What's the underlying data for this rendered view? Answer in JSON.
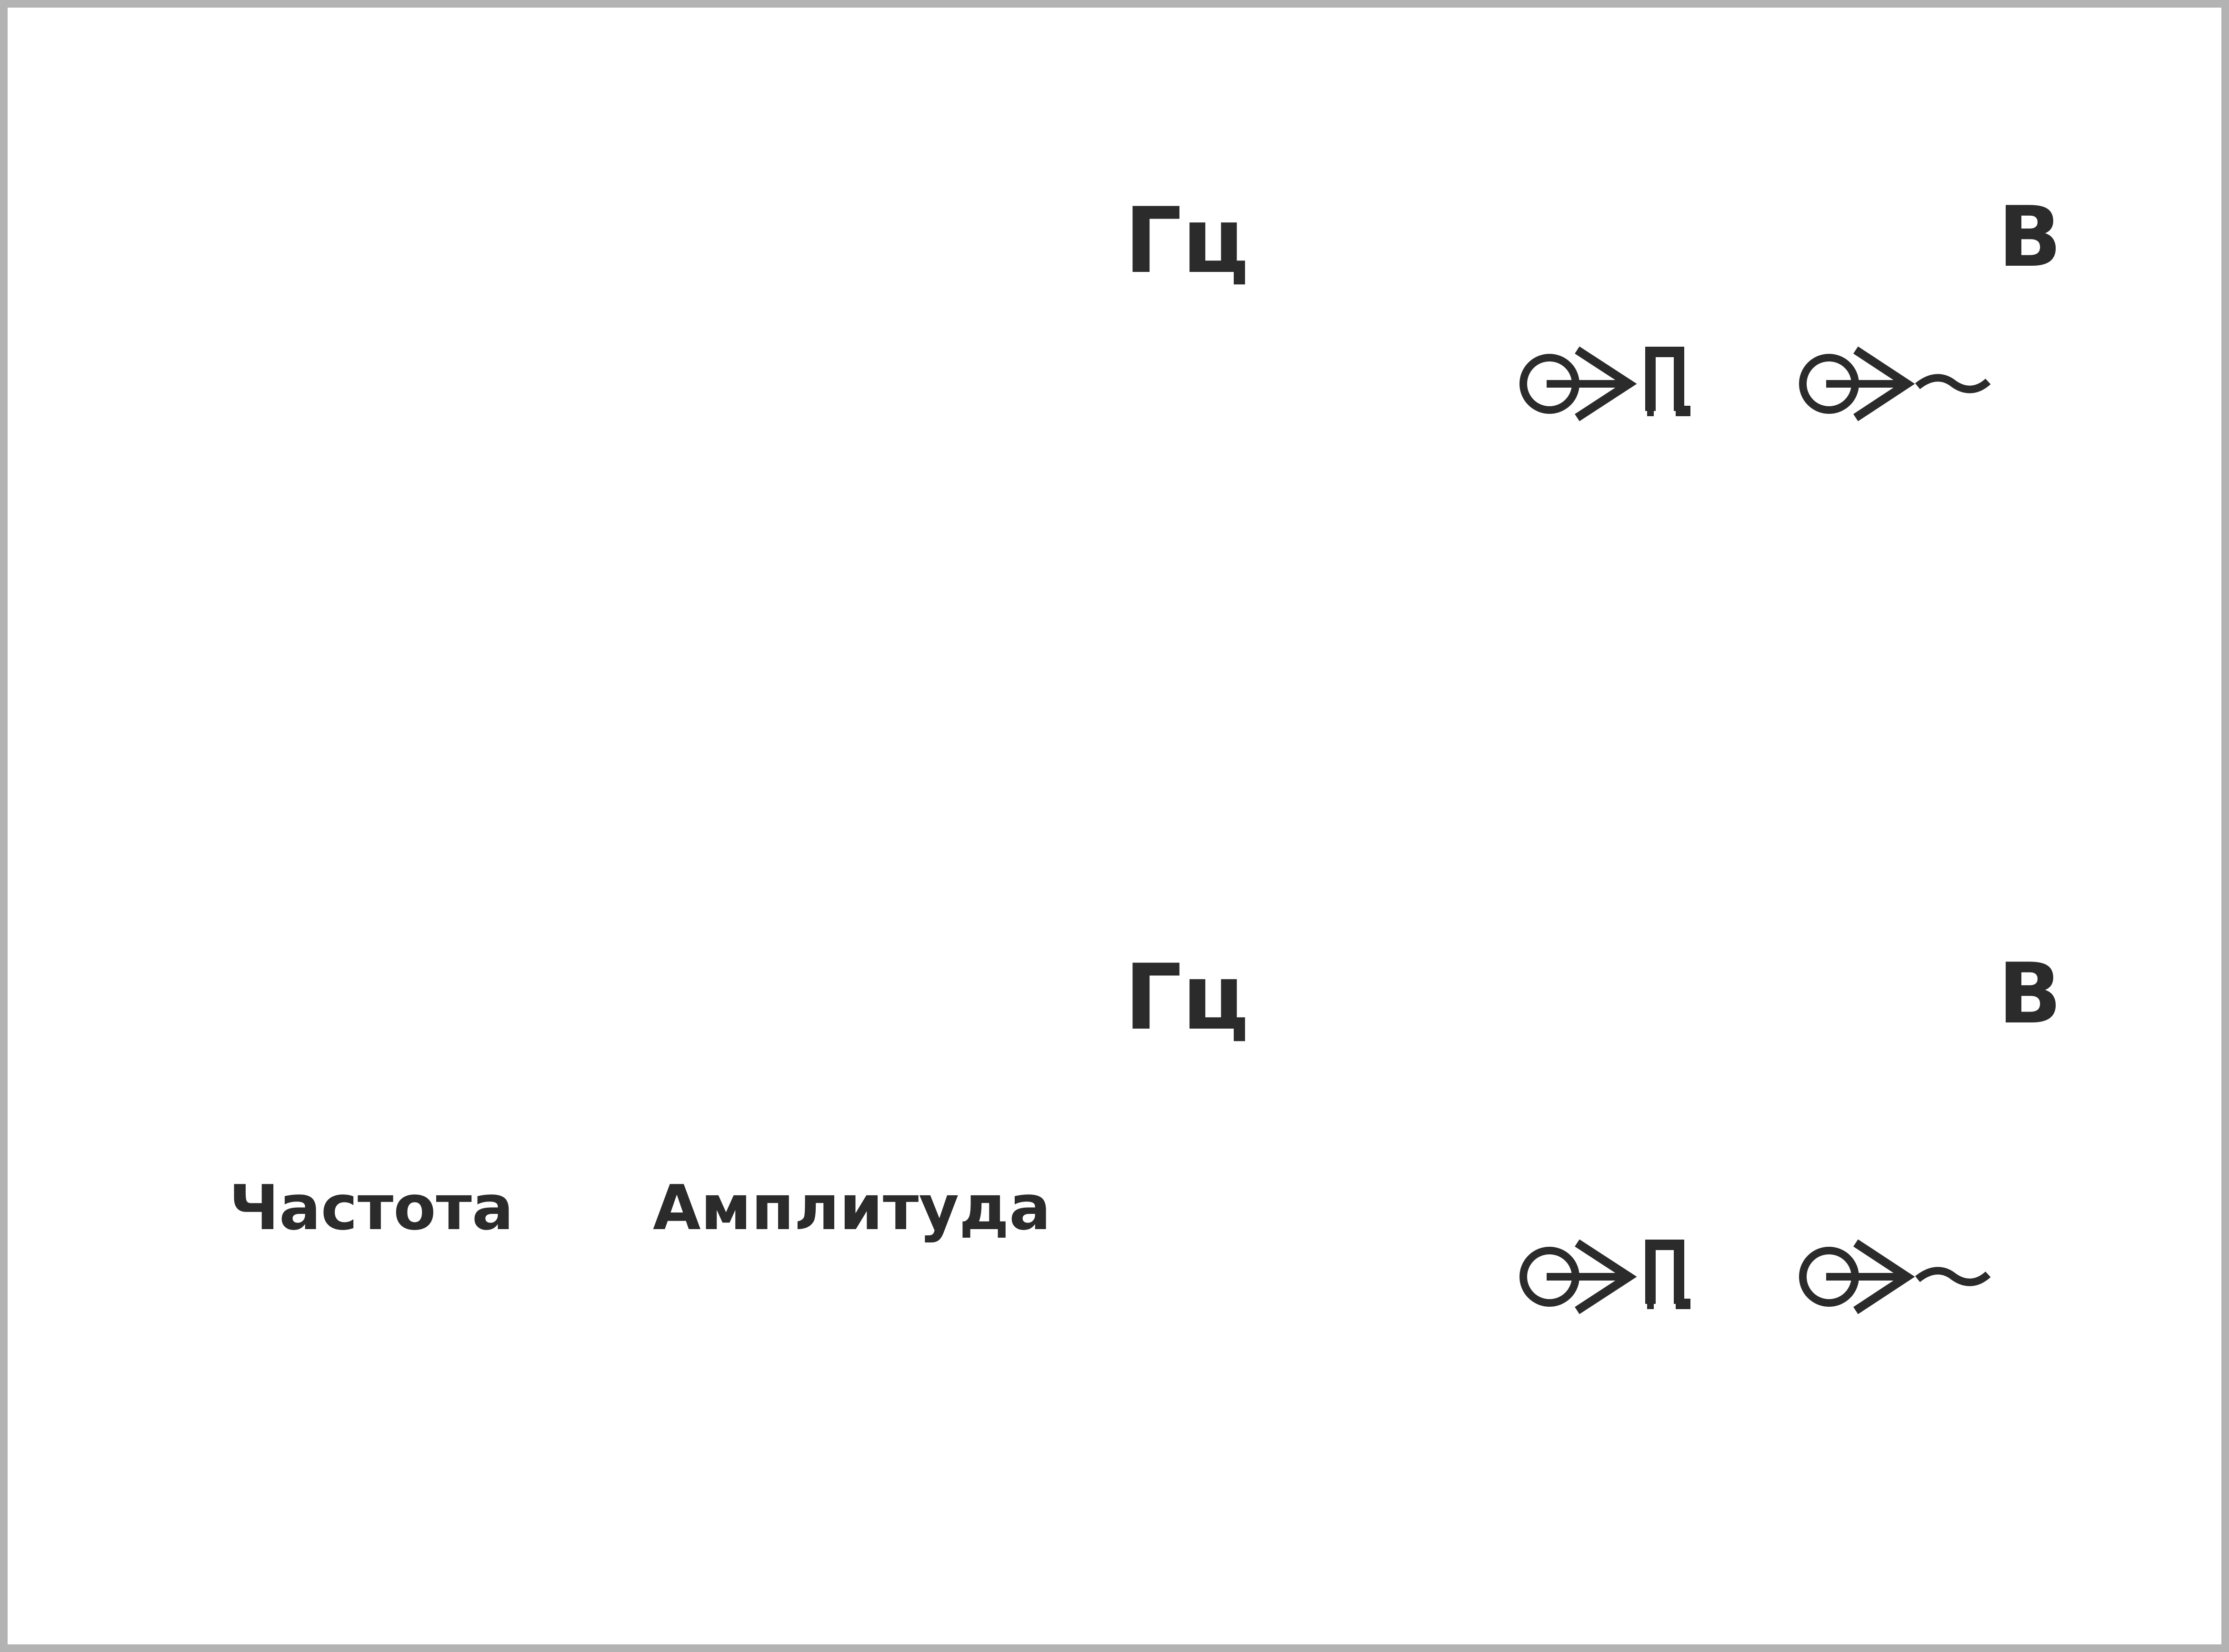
{
  "colors": {
    "ink": "#2b2b2b",
    "frame": "#b3b3b3",
    "background": "#ffffff"
  },
  "top_row": {
    "frequency_unit": "Гц",
    "voltage_unit": "В",
    "symbols": [
      {
        "icon": "generator-pulse-icon"
      },
      {
        "icon": "generator-sine-icon"
      }
    ]
  },
  "bottom_row": {
    "frequency_unit": "Гц",
    "voltage_unit": "В",
    "frequency_label": "Частота",
    "amplitude_label": "Амплитуда",
    "symbols": [
      {
        "icon": "generator-pulse-icon"
      },
      {
        "icon": "generator-sine-icon"
      }
    ]
  }
}
